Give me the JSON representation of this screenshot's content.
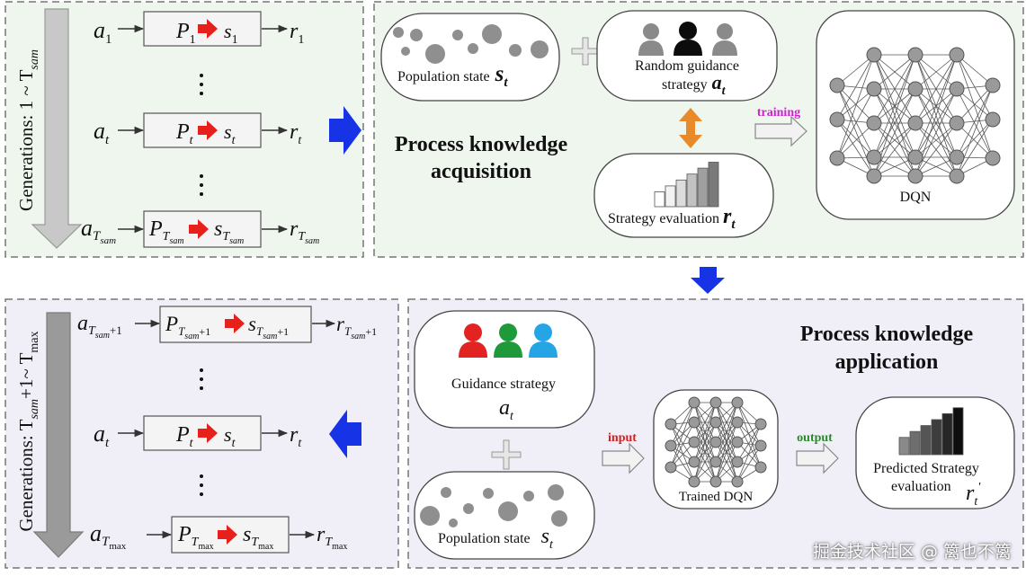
{
  "colors": {
    "green_panel": "#eef6ee",
    "purple_panel": "#f0eff8",
    "blue_arrow": "#1633e6",
    "red_arrow": "#e8201c",
    "orange_arrow": "#e88a2a",
    "training_label": "#cc22cc",
    "input_label": "#d42020",
    "output_label": "#2a8a2a"
  },
  "top_left": {
    "generations_label": "Generations: 1 ~ T",
    "generations_sub": "sam",
    "rows": [
      {
        "a": "a",
        "a_sub": "1",
        "p": "P",
        "p_sub": "1",
        "s": "s",
        "s_sub": "1",
        "r": "r",
        "r_sub": "1"
      },
      {
        "a": "a",
        "a_sub": "t",
        "p": "P",
        "p_sub": "t",
        "s": "s",
        "s_sub": "t",
        "r": "r",
        "r_sub": "t"
      },
      {
        "a": "a",
        "a_sub": "T",
        "a_subsub": "sam",
        "p": "P",
        "p_sub": "T",
        "p_subsub": "sam",
        "s": "s",
        "s_sub": "T",
        "s_subsub": "sam",
        "r": "r",
        "r_sub": "T",
        "r_subsub": "sam"
      }
    ]
  },
  "acquisition": {
    "population_label": "Population state",
    "population_var": "s",
    "population_sub": "t",
    "guidance_line1": "Random guidance",
    "guidance_line2": "strategy",
    "guidance_var": "a",
    "guidance_sub": "t",
    "title_line1": "Process knowledge",
    "title_line2": "acquisition",
    "evaluation_label": "Strategy evaluation",
    "evaluation_var": "r",
    "evaluation_sub": "t",
    "training_label": "training",
    "dqn_label": "DQN",
    "bar_levels": [
      0.3,
      0.42,
      0.54,
      0.66,
      0.78,
      0.9
    ]
  },
  "bottom_left": {
    "generations_label": "Generations: T",
    "generations_sub": "sam",
    "generations_rest": "+1~ T",
    "generations_rest_sub": "max",
    "rows": [
      {
        "a": "a",
        "a_sub": "T",
        "a_subsub": "sam",
        "a_extra": "+1",
        "p": "P",
        "p_sub": "T",
        "p_subsub": "sam",
        "p_extra": "+1",
        "s": "s",
        "s_sub": "T",
        "s_subsub": "sam",
        "s_extra": "+1",
        "r": "r",
        "r_sub": "T",
        "r_subsub": "sam",
        "r_extra": "+1"
      },
      {
        "a": "a",
        "a_sub": "t",
        "p": "P",
        "p_sub": "t",
        "s": "s",
        "s_sub": "t",
        "r": "r",
        "r_sub": "t"
      },
      {
        "a": "a",
        "a_sub": "T",
        "a_subsub": "max",
        "p": "P",
        "p_sub": "T",
        "p_subsub": "max",
        "s": "s",
        "s_sub": "T",
        "s_subsub": "max",
        "r": "r",
        "r_sub": "T",
        "r_subsub": "max"
      }
    ]
  },
  "application": {
    "title_line1": "Process knowledge",
    "title_line2": "application",
    "guidance_label": "Guidance  strategy",
    "guidance_var": "a",
    "guidance_sub": "t",
    "population_label": "Population state",
    "population_var": "s",
    "population_sub": "t",
    "input_label": "input",
    "output_label": "output",
    "trained_dqn_label": "Trained DQN",
    "predicted_line1": "Predicted Strategy",
    "predicted_line2": "evaluation",
    "predicted_var": "r",
    "predicted_sub": "t",
    "predicted_prime": "'",
    "bar_levels": [
      0.35,
      0.47,
      0.59,
      0.71,
      0.83,
      0.95
    ]
  },
  "watermark": "掘金技术社区 @ 篱也不篱"
}
